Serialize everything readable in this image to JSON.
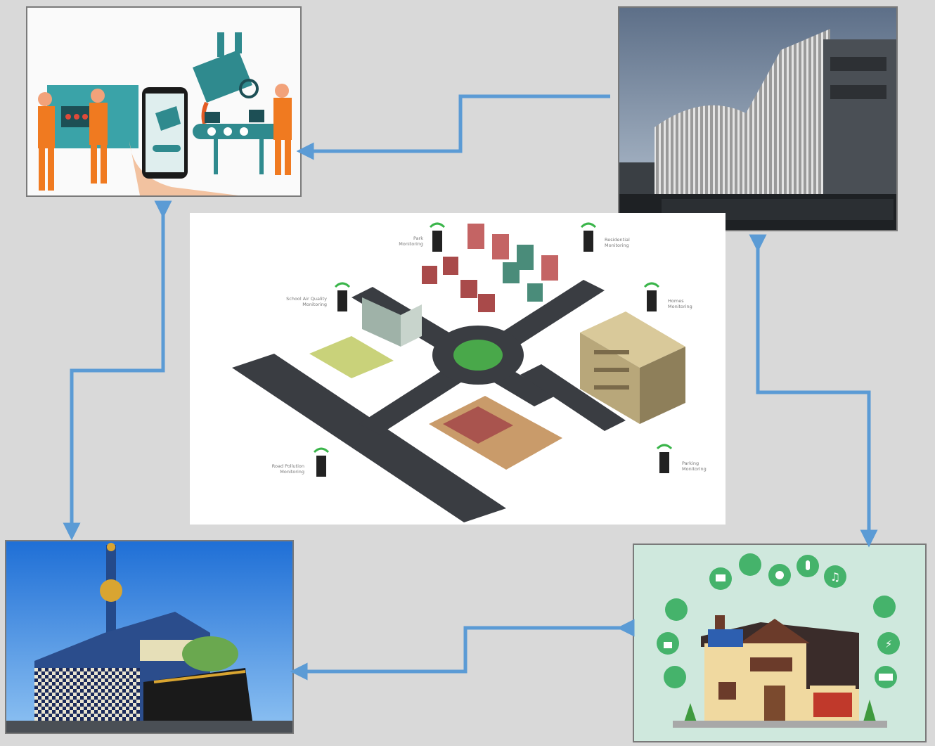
{
  "colors": {
    "background": "#d9d9d9",
    "arrow": "#5b9bd5",
    "worker_orange": "#f07a20",
    "machine_teal": "#2f8a8e",
    "house_bg": "#cfe8dd"
  },
  "panels": {
    "factory": {
      "icon": "factory-workers-illustration"
    },
    "building": {
      "icon": "modern-facade-building-photo",
      "watermark": ""
    },
    "city": {
      "icon": "smart-city-isometric-map"
    },
    "plant": {
      "icon": "incineration-plant-photo"
    },
    "house": {
      "icon": "smart-home-illustration"
    }
  },
  "city_map": {
    "labels": {
      "park": [
        "Park",
        "Monitoring"
      ],
      "residential": [
        "Residential",
        "Monitoring"
      ],
      "school": [
        "School Air Quality",
        "Monitoring"
      ],
      "homes": [
        "Homes",
        "Monitoring"
      ],
      "road": [
        "Road Pollution",
        "Monitoring"
      ],
      "parking": [
        "Parking",
        "Monitoring"
      ]
    }
  },
  "connectors": [
    {
      "from": "building",
      "to": "factory",
      "style": "arrow-one-way"
    },
    {
      "from": "factory",
      "to": "plant",
      "style": "arrow-both"
    },
    {
      "from": "building",
      "to": "house",
      "style": "arrow-both"
    },
    {
      "from": "house",
      "to": "plant",
      "style": "arrow-both"
    }
  ]
}
